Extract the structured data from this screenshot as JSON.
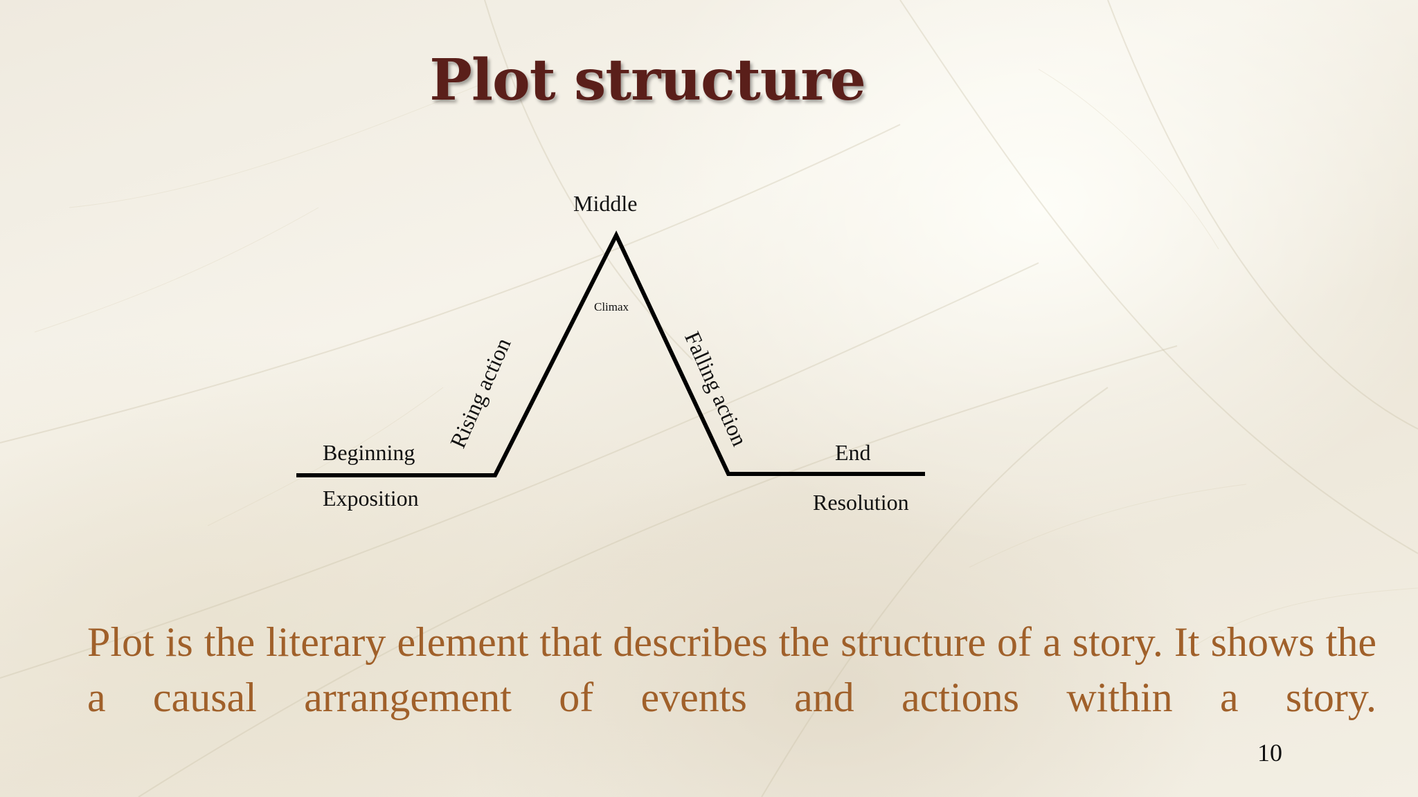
{
  "slide": {
    "title": "Plot structure",
    "diagram": {
      "peak_label": "Middle",
      "climax_label": "Climax",
      "rising_label": "Rising action",
      "falling_label": "Falling action",
      "beginning_label": "Beginning",
      "exposition_label": "Exposition",
      "end_label": "End",
      "resolution_label": "Resolution"
    },
    "body": "Plot is the literary element that describes the structure of a story. It shows the a causal arrangement of events and actions within a story.",
    "page_number": "10",
    "colors": {
      "title": "#5a1f1a",
      "body": "#a0602a",
      "diagram_line": "#000000"
    }
  }
}
